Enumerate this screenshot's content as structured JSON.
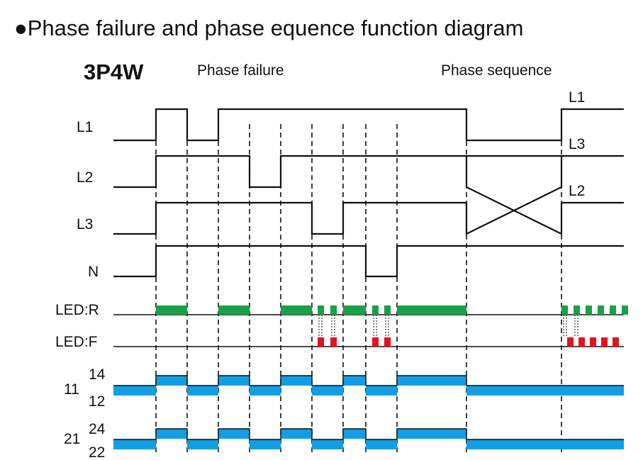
{
  "title": "●Phase failure and phase equence function diagram",
  "mode": "3P4W",
  "sections": {
    "failure": "Phase failure",
    "sequence": "Phase sequence"
  },
  "signals": [
    "L1",
    "L2",
    "L3",
    "N"
  ],
  "sequence_labels": [
    "L1",
    "L3",
    "L2"
  ],
  "leds": {
    "run": "LED:R",
    "fault": "LED:F"
  },
  "relays": [
    {
      "name": "11",
      "upper": "14",
      "lower": "12"
    },
    {
      "name": "21",
      "upper": "24",
      "lower": "22"
    }
  ],
  "colors": {
    "run_led": "#1aa048",
    "fault_led": "#e3141c",
    "relay": "#139ee3",
    "line": "#111111"
  }
}
